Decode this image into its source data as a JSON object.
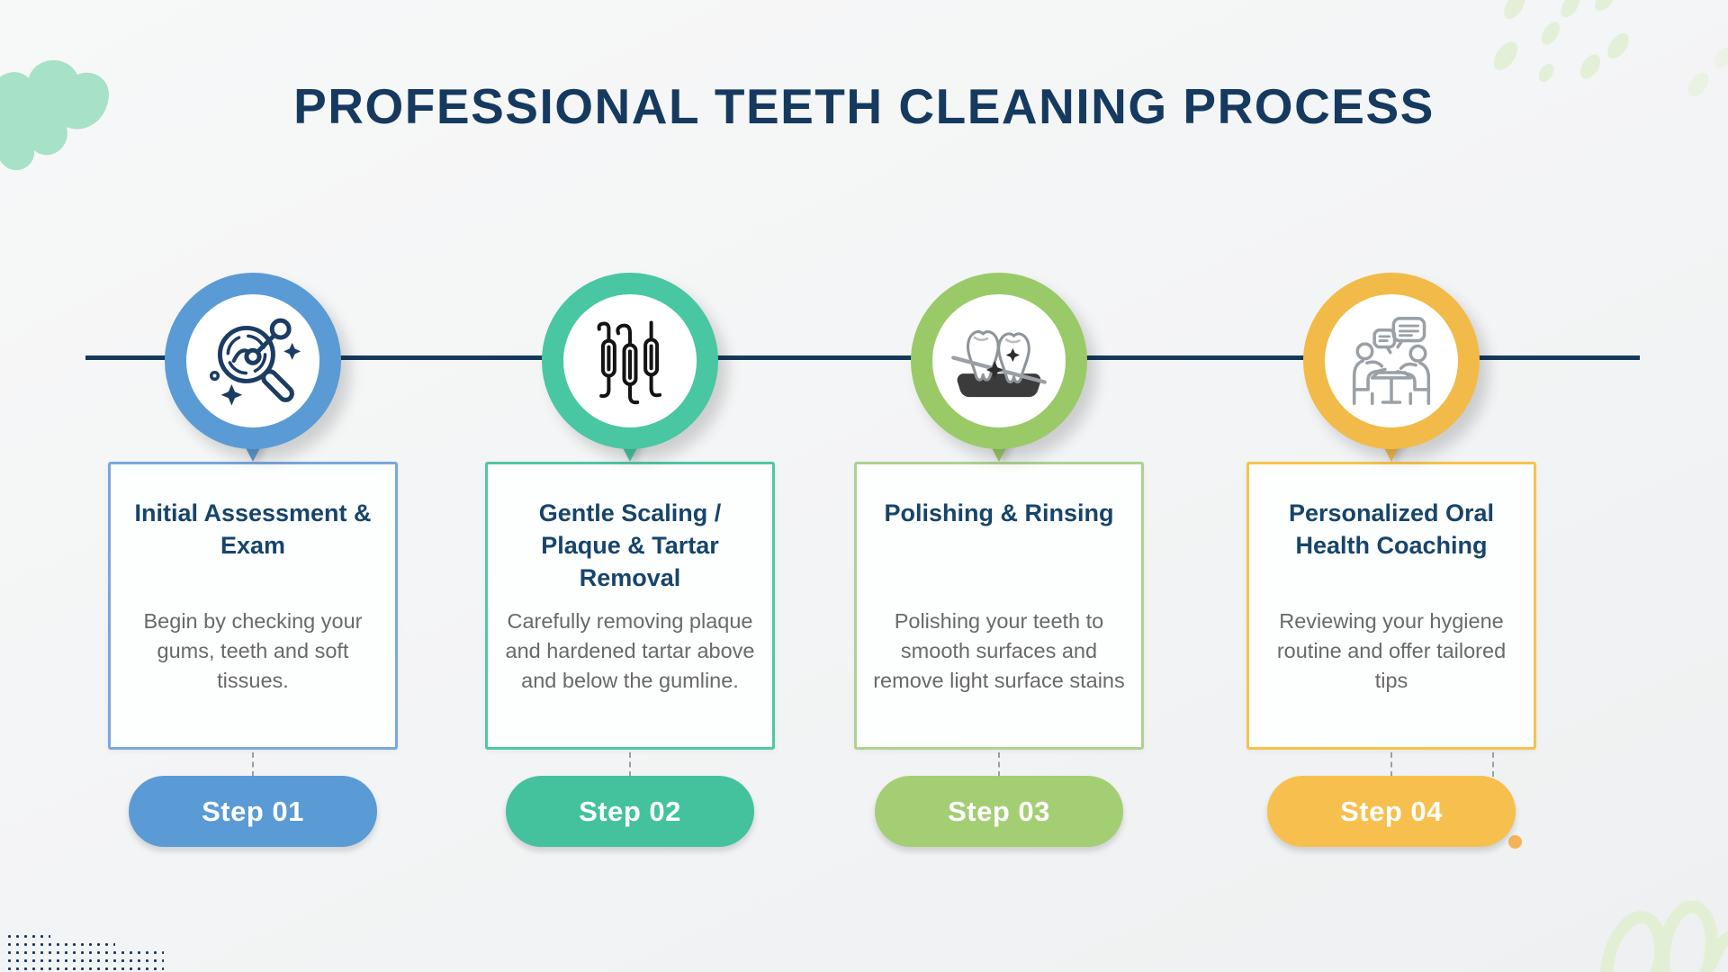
{
  "header": {
    "title": "PROFESSIONAL TEETH CLEANING PROCESS"
  },
  "colors": {
    "navy": "#163A5F",
    "timeline": "#16395E",
    "body_text": "#696969",
    "background": "#F4F5F6",
    "decoration_mint": "#A6E1C8",
    "decoration_pale_green": "#DFEECE"
  },
  "steps": [
    {
      "badge": "Step 01",
      "title": "Initial Assessment & Exam",
      "description": "Begin by checking your gums, teeth and soft tissues.",
      "icon": "magnifier-analysis-icon",
      "ring_color": "#5B9BD5",
      "border_color": "#7AA7DC",
      "badge_color": "#5B9BD5"
    },
    {
      "badge": "Step 02",
      "title": "Gentle Scaling / Plaque & Tartar Removal",
      "description": "Carefully removing plaque and hardened tartar above and below the gumline.",
      "icon": "dental-scaler-icon",
      "ring_color": "#49C6A2",
      "border_color": "#4FC7A6",
      "badge_color": "#44C29E"
    },
    {
      "badge": "Step 03",
      "title": "Polishing & Rinsing",
      "description": "Polishing your teeth to smooth surfaces and remove light surface stains",
      "icon": "teeth-polishing-icon",
      "ring_color": "#99CA67",
      "border_color": "#ADD28F",
      "badge_color": "#A4CE74"
    },
    {
      "badge": "Step 04",
      "title": "Personalized Oral Health Coaching",
      "description": "Reviewing your hygiene routine and offer tailored tips",
      "icon": "coaching-icon",
      "ring_color": "#F2BB49",
      "border_color": "#F6C34C",
      "badge_color": "#F7C04E"
    }
  ]
}
